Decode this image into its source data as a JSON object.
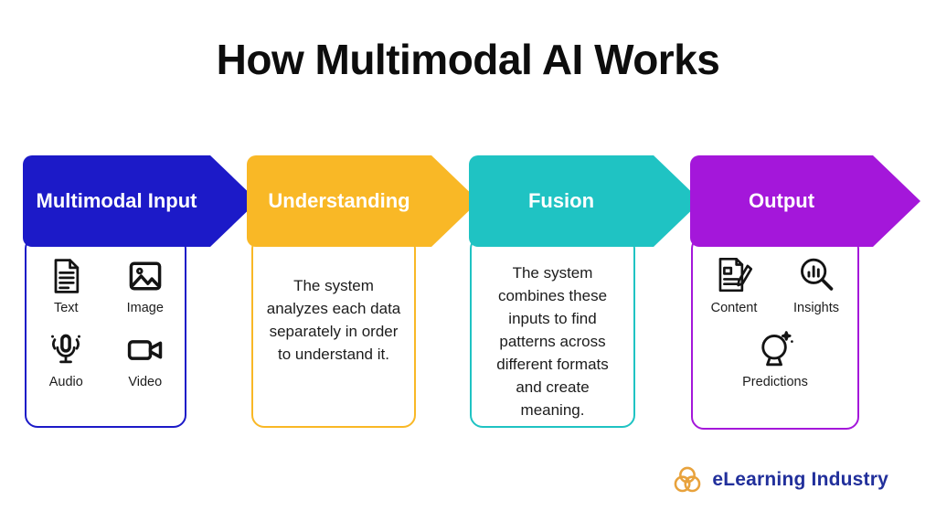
{
  "title": "How Multimodal AI Works",
  "steps": [
    {
      "label": "Multimodal Input",
      "color": "#1c1ac8",
      "items": [
        {
          "name": "Text"
        },
        {
          "name": "Image"
        },
        {
          "name": "Audio"
        },
        {
          "name": "Video"
        }
      ]
    },
    {
      "label": "Understanding",
      "color": "#f9b826",
      "description": "The system analyzes each data separately in order to understand it."
    },
    {
      "label": "Fusion",
      "color": "#1fc3c3",
      "description": "The system combines these inputs to find patterns across different formats and create meaning."
    },
    {
      "label": "Output",
      "color": "#a417da",
      "items": [
        {
          "name": "Content"
        },
        {
          "name": "Insights"
        },
        {
          "name": "Predictions"
        }
      ]
    }
  ],
  "footer": {
    "brand": "eLearning Industry",
    "brand_color": "#212f9b",
    "logo_color": "#e8a23c"
  }
}
